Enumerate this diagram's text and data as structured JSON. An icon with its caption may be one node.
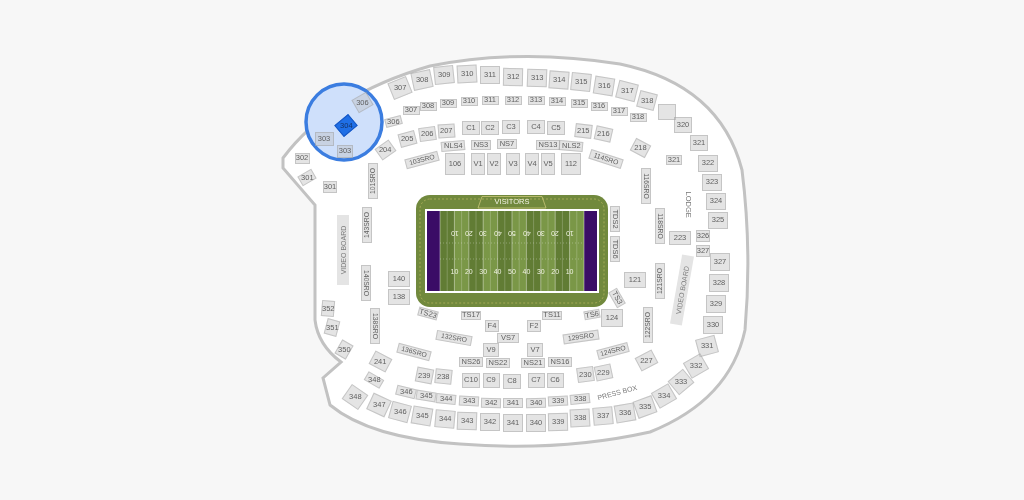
{
  "diagram": {
    "nodes": [
      {
        "text": [
          "307"
        ]
      },
      {
        "text": [
          "308"
        ]
      },
      {
        "text": [
          "309"
        ]
      },
      {
        "text": [
          "310"
        ]
      },
      {
        "text": [
          "311"
        ]
      },
      {
        "text": [
          "312"
        ]
      },
      {
        "text": [
          "313"
        ]
      },
      {
        "text": [
          "314"
        ]
      },
      {
        "text": [
          "315"
        ]
      },
      {
        "text": [
          "316"
        ]
      },
      {
        "text": [
          "317"
        ]
      },
      {
        "text": [
          "318"
        ]
      },
      {
        "text": [],
        "shape": "box"
      },
      {
        "text": [
          "320"
        ]
      },
      {
        "text": [
          "321"
        ]
      },
      {
        "text": [
          "322"
        ]
      },
      {
        "text": [
          "323"
        ]
      },
      {
        "text": [
          "324"
        ]
      },
      {
        "text": [
          "325"
        ]
      },
      {
        "text": [
          "327"
        ]
      },
      {
        "text": [
          "328"
        ]
      },
      {
        "text": [
          "329"
        ]
      },
      {
        "text": [
          "330"
        ]
      },
      {
        "text": [
          "331"
        ]
      },
      {
        "text": [
          "332"
        ]
      },
      {
        "text": [
          "333"
        ]
      },
      {
        "text": [
          "334"
        ]
      },
      {
        "text": [
          "335"
        ]
      },
      {
        "text": [
          "336"
        ]
      },
      {
        "text": [
          "337"
        ]
      },
      {
        "text": [
          "338"
        ]
      },
      {
        "text": [
          "339"
        ]
      },
      {
        "text": [
          "340"
        ]
      },
      {
        "text": [
          "341"
        ]
      },
      {
        "text": [
          "342"
        ]
      },
      {
        "text": [
          "343"
        ]
      },
      {
        "text": [
          "344"
        ]
      },
      {
        "text": [
          "345"
        ]
      },
      {
        "text": [
          "346"
        ]
      },
      {
        "text": [
          "347"
        ]
      },
      {
        "text": [
          "348"
        ]
      },
      {
        "text": [
          "350"
        ]
      },
      {
        "text": [
          "351"
        ]
      },
      {
        "text": [
          "352"
        ]
      },
      {
        "text": [
          "301"
        ]
      },
      {
        "text": [
          "302"
        ]
      },
      {
        "text": [
          "303"
        ]
      },
      {
        "text": [
          "306"
        ]
      },
      {
        "text": [
          "306"
        ]
      },
      {
        "text": [
          "307"
        ]
      },
      {
        "text": [
          "308"
        ]
      },
      {
        "text": [
          "309"
        ]
      },
      {
        "text": [
          "310"
        ]
      },
      {
        "text": [
          "311"
        ]
      },
      {
        "text": [
          "312"
        ]
      },
      {
        "text": [
          "313"
        ]
      },
      {
        "text": [
          "314"
        ]
      },
      {
        "text": [
          "315"
        ]
      },
      {
        "text": [
          "316"
        ]
      },
      {
        "text": [
          "317"
        ]
      },
      {
        "text": [
          "318"
        ]
      },
      {
        "text": [
          "321"
        ]
      },
      {
        "text": [
          "326"
        ]
      },
      {
        "text": [
          "327"
        ]
      },
      {
        "text": [
          "348"
        ]
      },
      {
        "text": [
          "346"
        ]
      },
      {
        "text": [
          "345"
        ]
      },
      {
        "text": [
          "344"
        ]
      },
      {
        "text": [
          "343"
        ]
      },
      {
        "text": [
          "342"
        ]
      },
      {
        "text": [
          "341"
        ]
      },
      {
        "text": [
          "340"
        ]
      },
      {
        "text": [
          "339"
        ]
      },
      {
        "text": [
          "338"
        ]
      },
      {
        "text": [
          "304"
        ]
      },
      {
        "text": [
          "303"
        ]
      },
      {
        "text": [
          "301"
        ]
      },
      {
        "text": [
          "204"
        ]
      },
      {
        "text": [
          "205"
        ]
      },
      {
        "text": [
          "206"
        ]
      },
      {
        "text": [
          "207"
        ]
      },
      {
        "text": [
          "C1"
        ]
      },
      {
        "text": [
          "C2"
        ]
      },
      {
        "text": [
          "C3"
        ]
      },
      {
        "text": [
          "C4"
        ]
      },
      {
        "text": [
          "C5"
        ]
      },
      {
        "text": [
          "215"
        ]
      },
      {
        "text": [
          "216"
        ]
      },
      {
        "text": [
          "218"
        ]
      },
      {
        "text": [
          "223"
        ]
      },
      {
        "text": [
          "227"
        ]
      },
      {
        "text": [
          "229"
        ]
      },
      {
        "text": [
          "230"
        ]
      },
      {
        "text": [
          "C6"
        ]
      },
      {
        "text": [
          "C7"
        ]
      },
      {
        "text": [
          "C8"
        ]
      },
      {
        "text": [
          "C9"
        ]
      },
      {
        "text": [
          "C10"
        ]
      },
      {
        "text": [
          "238"
        ]
      },
      {
        "text": [
          "239"
        ]
      },
      {
        "text": [
          "241"
        ]
      },
      {
        "text": [
          "NLS4"
        ]
      },
      {
        "text": [
          "NS3"
        ]
      },
      {
        "text": [
          "NS7"
        ]
      },
      {
        "text": [
          "NS13"
        ]
      },
      {
        "text": [
          "NLS2"
        ]
      },
      {
        "text": [
          "114SRO"
        ]
      },
      {
        "text": [
          "116SRO"
        ]
      },
      {
        "text": [
          "118SRO"
        ]
      },
      {
        "text": [
          "121SRO"
        ]
      },
      {
        "text": [
          "122SRO"
        ]
      },
      {
        "text": [
          "124SRO"
        ]
      },
      {
        "text": [
          "129SRO"
        ]
      },
      {
        "text": [
          "NS16"
        ]
      },
      {
        "text": [
          "NS21"
        ]
      },
      {
        "text": [
          "NS22"
        ]
      },
      {
        "text": [
          "NS26"
        ]
      },
      {
        "text": [
          "132SRO"
        ]
      },
      {
        "text": [
          "136SRO"
        ]
      },
      {
        "text": [
          "138SRO"
        ]
      },
      {
        "text": [
          "140SRO"
        ]
      },
      {
        "text": [
          "143SRO"
        ]
      },
      {
        "text": [
          "101SRO"
        ]
      },
      {
        "text": [
          "103SRO"
        ]
      },
      {
        "text": [
          "106"
        ]
      },
      {
        "text": [
          "V1"
        ]
      },
      {
        "text": [
          "V2"
        ]
      },
      {
        "text": [
          "V3"
        ]
      },
      {
        "text": [
          "V4"
        ]
      },
      {
        "text": [
          "V5"
        ]
      },
      {
        "text": [
          "112"
        ]
      },
      {
        "text": [
          "TDS2"
        ]
      },
      {
        "text": [
          "TDS6"
        ]
      },
      {
        "text": [
          "TS3"
        ]
      },
      {
        "text": [
          "121"
        ]
      },
      {
        "text": [
          "124"
        ]
      },
      {
        "text": [
          "TS6"
        ]
      },
      {
        "text": [
          "TS11"
        ]
      },
      {
        "text": [
          "F2"
        ]
      },
      {
        "text": [
          "V7"
        ]
      },
      {
        "text": [
          "VS7"
        ]
      },
      {
        "text": [
          "V9"
        ]
      },
      {
        "text": [
          "F4"
        ]
      },
      {
        "text": [
          "TS17"
        ]
      },
      {
        "text": [
          "TS23"
        ]
      },
      {
        "text": [
          "138"
        ]
      },
      {
        "text": [
          "140"
        ]
      },
      {
        "text": [
          "VISITORS"
        ]
      },
      {
        "text": [
          "VIDEO BOARD"
        ]
      },
      {
        "text": [
          "VIDEO BOARD"
        ]
      }
    ],
    "labels": [
      "LODGE",
      "10",
      "20",
      "30",
      "40",
      "50",
      "40",
      "30",
      "20",
      "10",
      "10",
      "20",
      "30",
      "40",
      "50",
      "40",
      "30",
      "20",
      "10",
      "PRESS BOX"
    ]
  }
}
